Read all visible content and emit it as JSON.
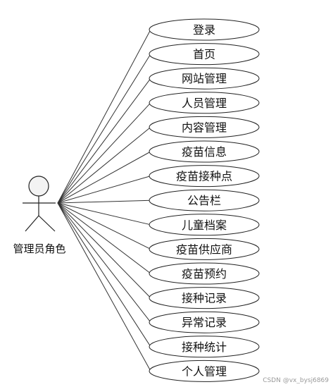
{
  "actor": {
    "label": "管理员角色"
  },
  "use_cases": [
    "登录",
    "首页",
    "网站管理",
    "人员管理",
    "内容管理",
    "疫苗信息",
    "疫苗接种点",
    "公告栏",
    "儿童档案",
    "疫苗供应商",
    "疫苗预约",
    "接种记录",
    "异常记录",
    "接种统计",
    "个人管理"
  ],
  "watermark": "CSDN @vx_bysj6869"
}
